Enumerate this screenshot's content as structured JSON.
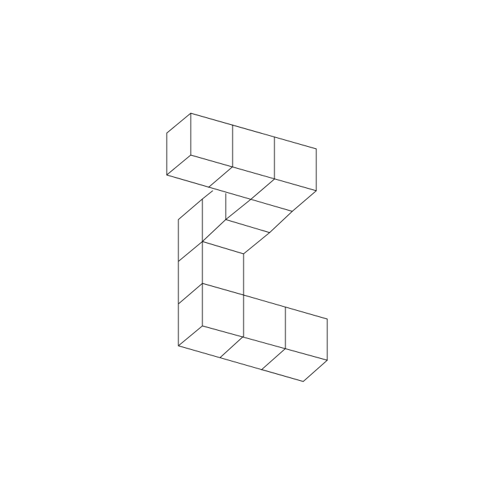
{
  "figure": {
    "background_color": "#ffffff",
    "line_color": "#000000",
    "shape": "isometric wireframe cube assembly",
    "edge_groups": [
      "top-bar",
      "vertical-column",
      "bottom-bar"
    ]
  }
}
